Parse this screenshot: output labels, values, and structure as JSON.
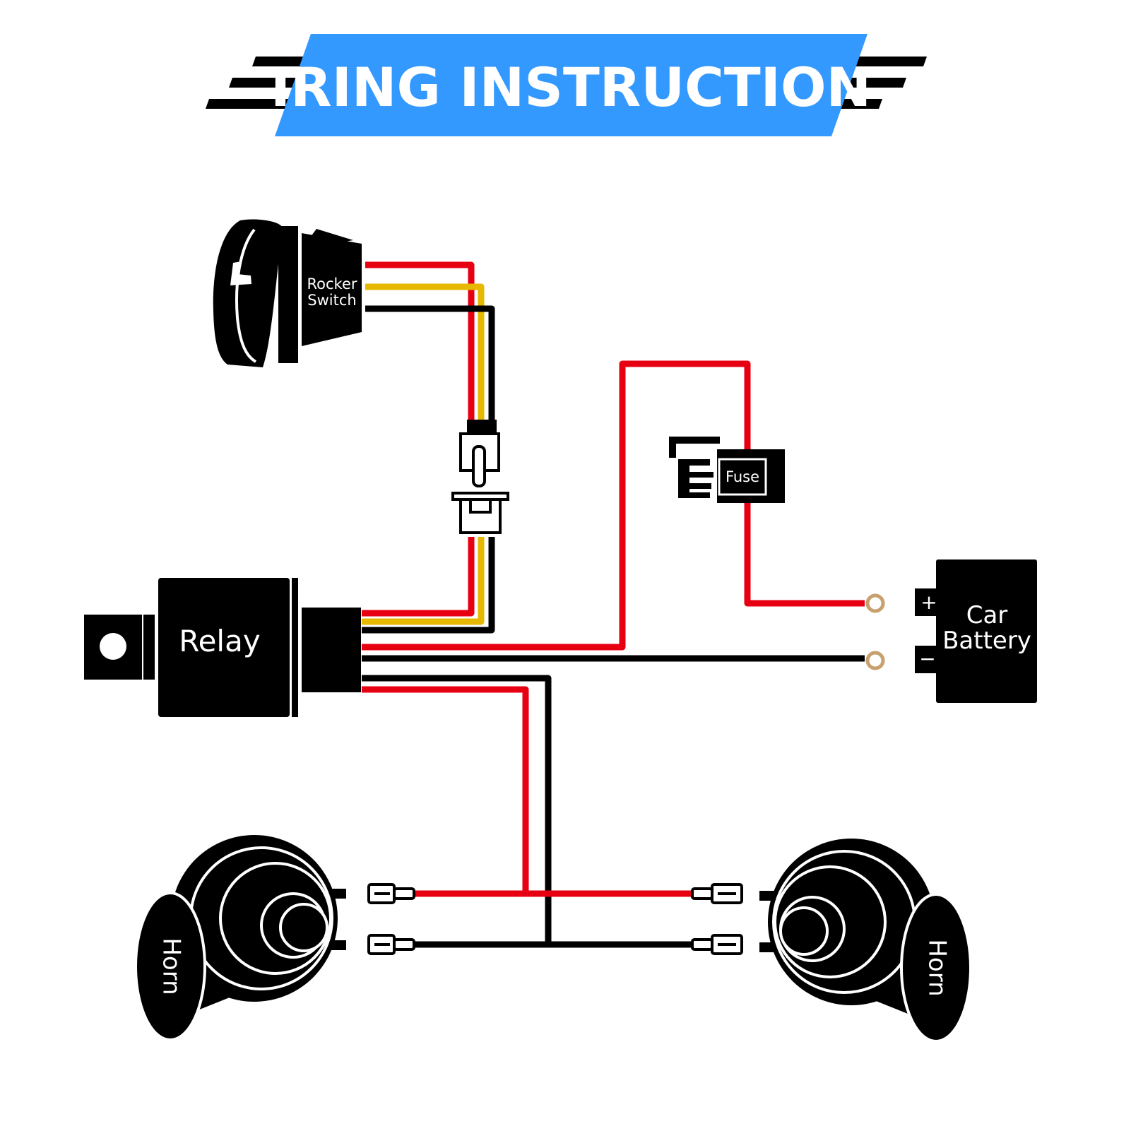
{
  "title": "IRING INSTRUCTION",
  "components": {
    "rocker_switch": {
      "label_line1": "Rocker",
      "label_line2": "Switch"
    },
    "fuse": {
      "label": "Fuse"
    },
    "relay": {
      "label": "Relay"
    },
    "battery": {
      "label_line1": "Car",
      "label_line2": "Battery",
      "positive": "+",
      "negative": "−"
    },
    "horn_left": {
      "label": "Horn"
    },
    "horn_right": {
      "label": "Horn"
    }
  },
  "colors": {
    "title_banner": "#3399ff",
    "wire_red": "#e60012",
    "wire_yellow": "#e6b800",
    "wire_black": "#000000",
    "battery_terminal": "#c8a06e"
  }
}
